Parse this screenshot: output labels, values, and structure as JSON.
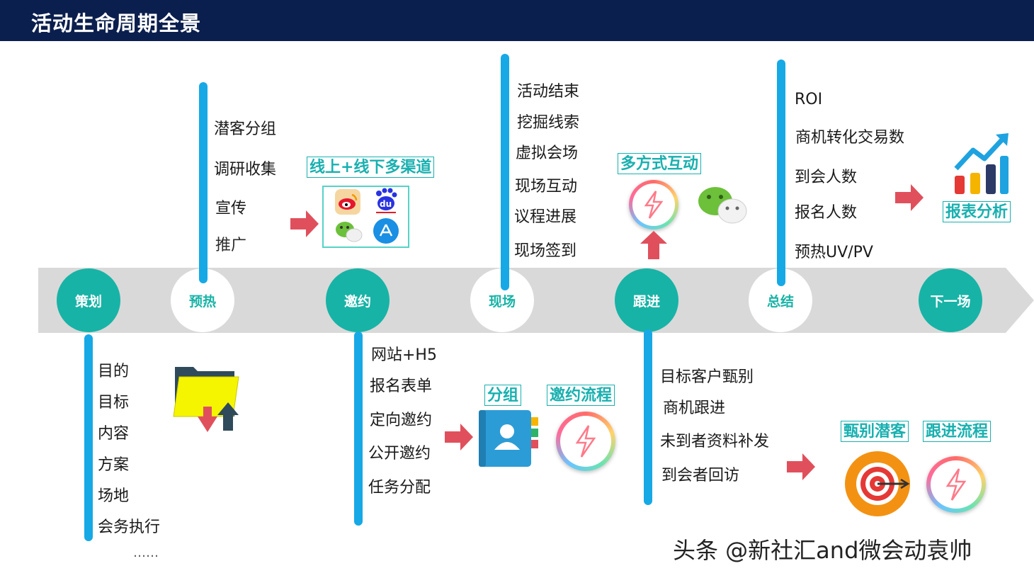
{
  "header": {
    "title": "活动生命周期全景"
  },
  "stages": [
    {
      "label": "策划"
    },
    {
      "label": "预热"
    },
    {
      "label": "邀约"
    },
    {
      "label": "现场"
    },
    {
      "label": "跟进"
    },
    {
      "label": "总结"
    },
    {
      "label": "下一场"
    }
  ],
  "planning": {
    "items": [
      "目的",
      "目标",
      "内容",
      "方案",
      "场地",
      "会务执行"
    ],
    "ellipsis": "……"
  },
  "warmup": {
    "items": [
      "潜客分组",
      "调研收集",
      "宣传",
      "推广"
    ],
    "channels_tag": "线上+线下多渠道",
    "channel_icons": [
      "weibo-icon",
      "baidu-icon",
      "wechat-icon",
      "app-store-icon"
    ]
  },
  "invite": {
    "items": [
      "网站+H5",
      "报名表单",
      "定向邀约",
      "公开邀约",
      "任务分配"
    ],
    "group_tag": "分组",
    "flow_tag": "邀约流程"
  },
  "onsite": {
    "items": [
      "活动结束",
      "挖掘线索",
      "虚拟会场",
      "现场互动",
      "议程进展",
      "现场签到"
    ]
  },
  "followup": {
    "interact_tag": "多方式互动",
    "items": [
      "目标客户甄别",
      "商机跟进",
      "未到者资料补发",
      "到会者回访"
    ],
    "screen_tag": "甄别潜客",
    "flow_tag": "跟进流程"
  },
  "summary": {
    "items": [
      "ROI",
      "商机转化交易数",
      "到会人数",
      "报名人数",
      "预热UV/PV"
    ],
    "report_tag": "报表分析"
  },
  "colors": {
    "header": "#0b1f4e",
    "teal": "#17b3a6",
    "bar": "#16a9e6",
    "arrow": "#e0505c",
    "band": "#d9d9d9"
  },
  "watermark": "头条 @新社汇and微会动袁帅"
}
